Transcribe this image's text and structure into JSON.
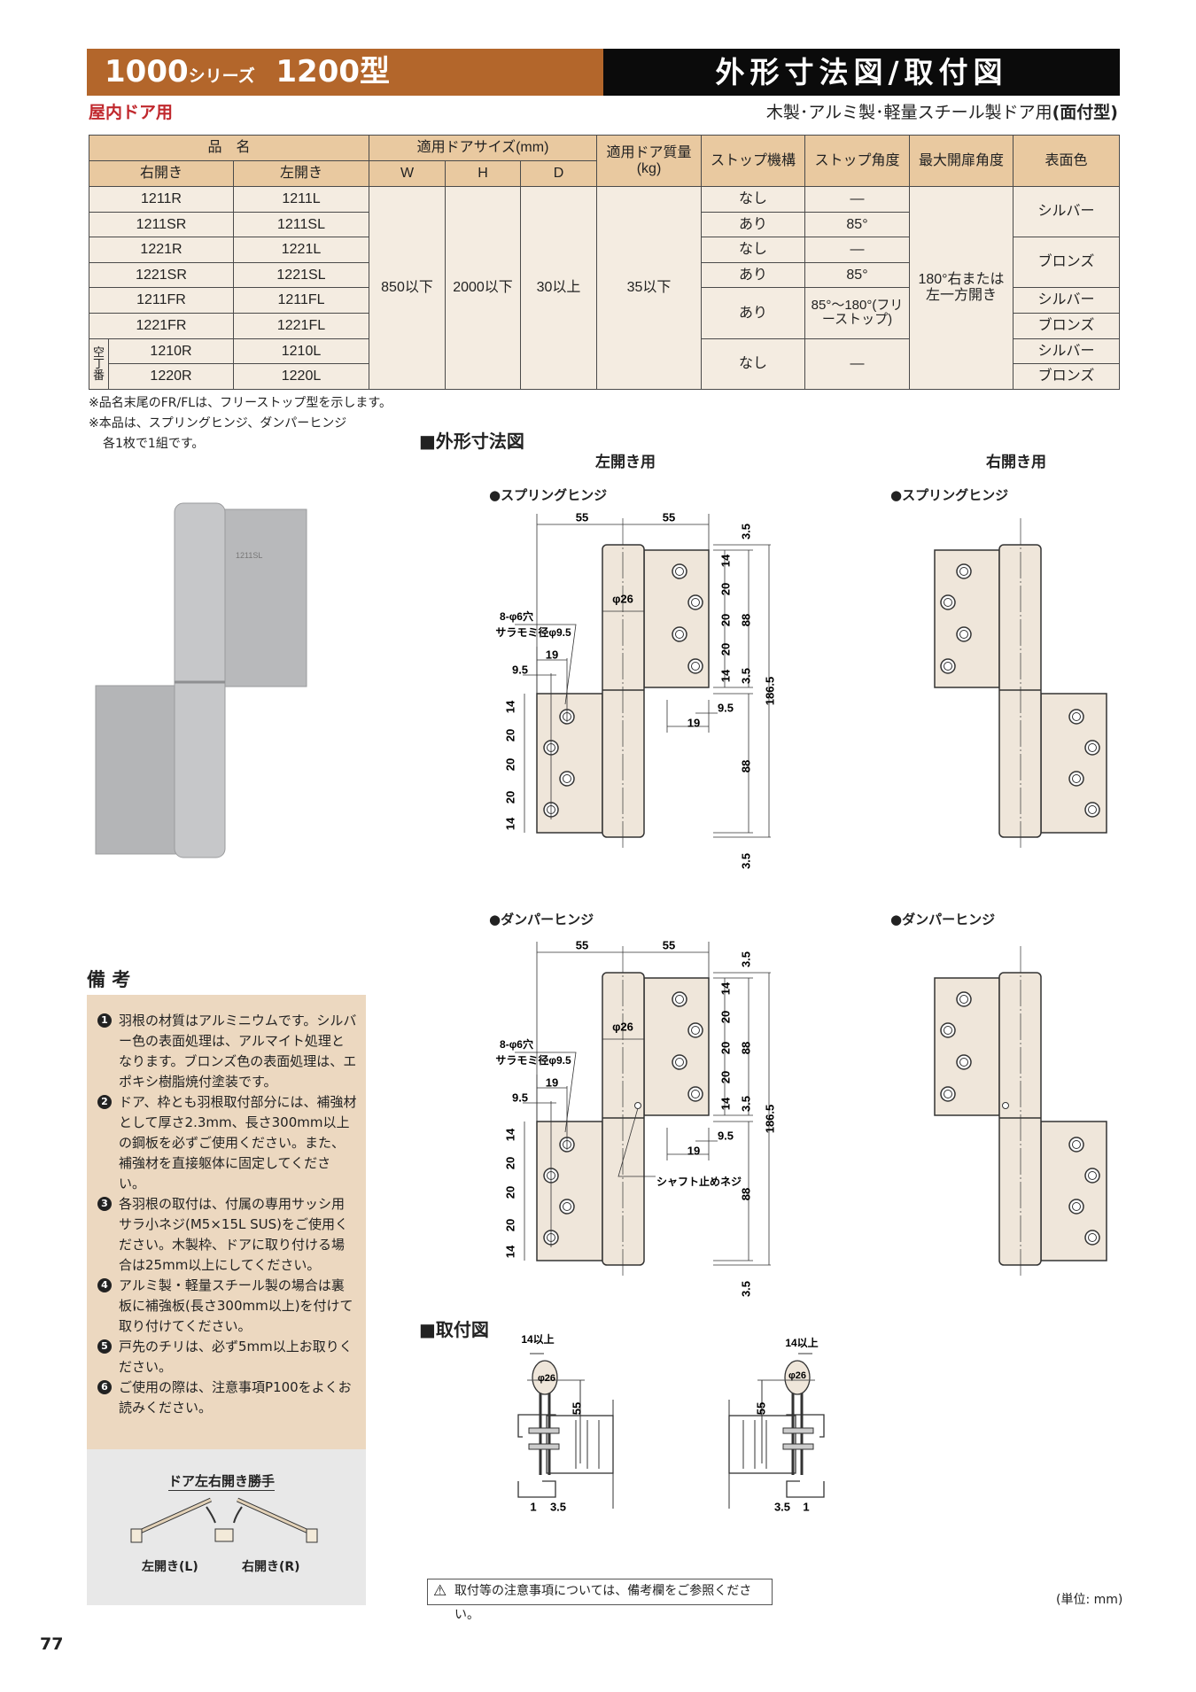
{
  "header": {
    "series": "1000",
    "series_suffix": "シリーズ",
    "model": "1200型",
    "section_title": "外形寸法図/取付図",
    "indoor": "屋内ドア用",
    "door_type": "木製･アルミ製･軽量スチール製ドア用",
    "door_type_bold": "(面付型)"
  },
  "table": {
    "h_name": "品　名",
    "h_size": "適用ドアサイズ(mm)",
    "h_weight": "適用ドア質量(kg)",
    "h_stop": "ストップ機構",
    "h_stop_angle": "ストップ角度",
    "h_max": "最大開扉角度",
    "h_color": "表面色",
    "h_right": "右開き",
    "h_left": "左開き",
    "h_w": "W",
    "h_h": "H",
    "h_d": "D",
    "rows": [
      {
        "r": "1211R",
        "l": "1211L",
        "stop": "なし",
        "angle": "―",
        "color": "シルバー"
      },
      {
        "r": "1211SR",
        "l": "1211SL",
        "stop": "あり",
        "angle": "85°"
      },
      {
        "r": "1221R",
        "l": "1221L",
        "stop": "なし",
        "angle": "―",
        "color": "ブロンズ"
      },
      {
        "r": "1221SR",
        "l": "1221SL",
        "stop": "あり",
        "angle": "85°"
      },
      {
        "r": "1211FR",
        "l": "1211FL",
        "stop": "あり",
        "angle": "85°～180°(フリーストップ)",
        "color": "シルバー"
      },
      {
        "r": "1221FR",
        "l": "1221FL",
        "color": "ブロンズ"
      },
      {
        "r": "1210R",
        "l": "1210L",
        "stop": "なし",
        "angle": "―",
        "color": "シルバー"
      },
      {
        "r": "1220R",
        "l": "1220L",
        "color": "ブロンズ"
      }
    ],
    "blank_label": "空丁番",
    "w": "850以下",
    "h": "2000以下",
    "d": "30以上",
    "weight": "35以下",
    "max_angle": "180°右または左一方開き"
  },
  "notes": [
    "※品名末尾のFR/FLは、フリーストップ型を示します。",
    "※本品は、スプリングヒンジ、ダンパーヒンジ",
    "各1枚で1組です。"
  ],
  "photo": {
    "marking": "1211SL"
  },
  "drawings": {
    "title": "■外形寸法図",
    "left_use": "左開き用",
    "right_use": "右開き用",
    "spring": "●スプリングヒンジ",
    "damper": "●ダンパーヒンジ",
    "dims": {
      "w55": "55",
      "d35": "3.5",
      "d14": "14",
      "d20": "20",
      "d88": "88",
      "d186": "186.5",
      "d19": "19",
      "d95": "9.5",
      "phi26": "φ26",
      "holes": "8-φ6穴",
      "csk": "サラモミ径φ9.5",
      "shaft_screw": "シャフト止めネジ"
    }
  },
  "install": {
    "title": "■取付図",
    "min14": "14以上",
    "phi26": "φ26",
    "d55": "55",
    "d1": "1",
    "d35": "3.5"
  },
  "remarks": {
    "title": "備 考",
    "items": [
      "羽根の材質はアルミニウムです。シルバー色の表面処理は、アルマイト処理となります。ブロンズ色の表面処理は、エポキシ樹脂焼付塗装です。",
      "ドア、枠とも羽根取付部分には、補強材として厚さ2.3mm、長さ300mm以上の鋼板を必ずご使用ください。また、補強材を直接躯体に固定してください。",
      "各羽根の取付は、付属の専用サッシ用サラ小ネジ(M5×15L SUS)をご使用ください。木製枠、ドアに取り付ける場合は25mm以上にしてください。",
      "アルミ製・軽量スチール製の場合は裏板に補強板(長さ300mm以上)を付けて取り付けてください。",
      "戸先のチリは、必ず5mm以上お取りください。",
      "ご使用の際は、注意事項P100をよくお読みください。"
    ],
    "nums": [
      "1",
      "2",
      "3",
      "4",
      "5",
      "6"
    ]
  },
  "handing": {
    "title": "ドア左右開き勝手",
    "left": "左開き(L)",
    "right": "右開き(R)"
  },
  "caution": "取付等の注意事項については、備考欄をご参照ください。",
  "unit": "(単位: mm)",
  "page_number": "77",
  "colors": {
    "brown": "#b3662b",
    "red": "#c0282d",
    "part": "#efe6da",
    "tan": "#e9c9a0"
  }
}
